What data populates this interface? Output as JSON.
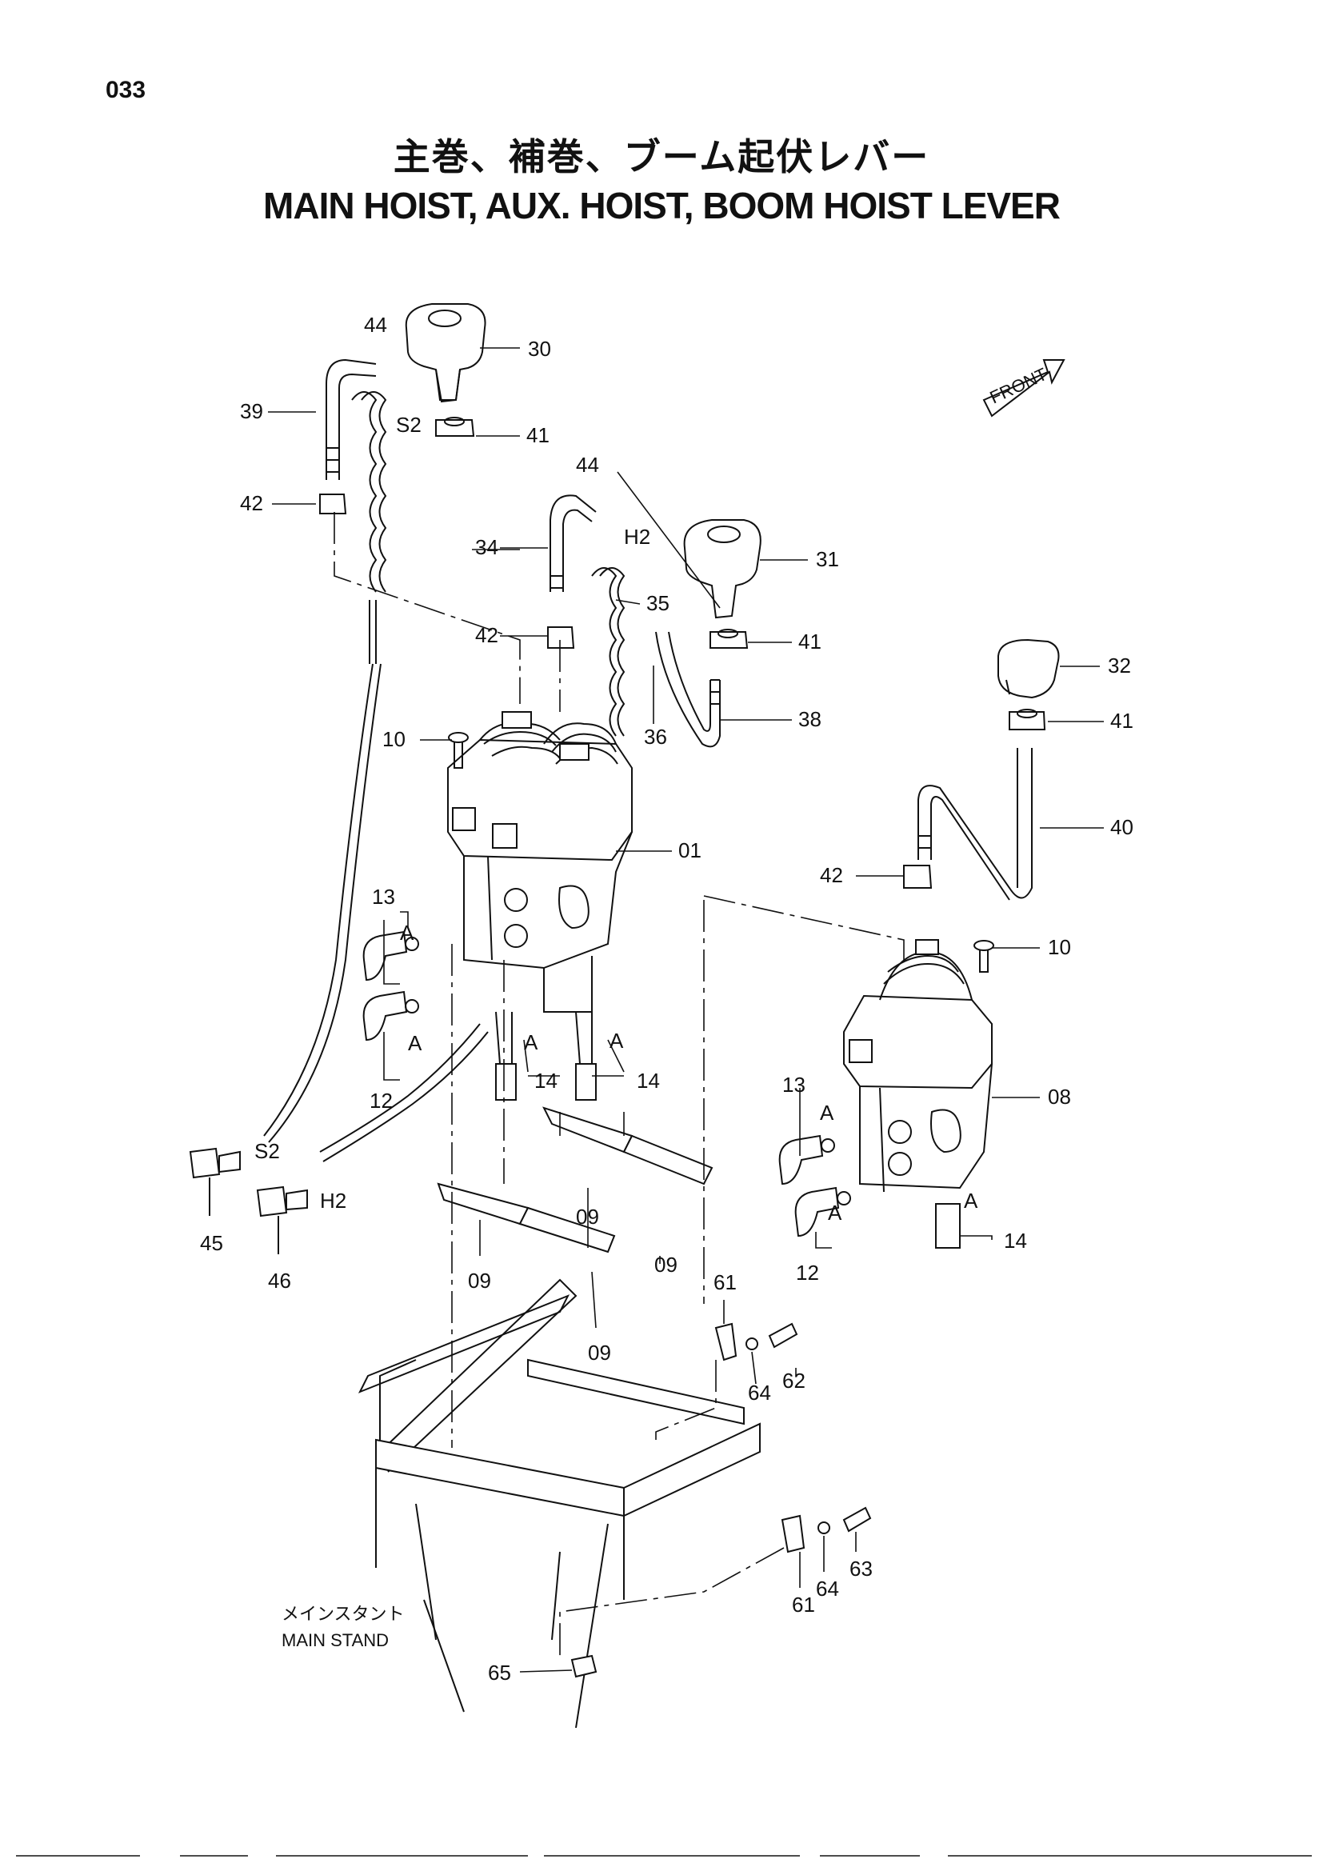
{
  "page_number": "033",
  "title_jp": "主巻、補巻、ブーム起伏レバー",
  "title_en": "MAIN HOIST, AUX. HOIST, BOOM HOIST LEVER",
  "front_indicator": "FRONT",
  "main_stand_jp": "メインスタント",
  "main_stand_en": "MAIN STAND",
  "connector_labels": {
    "s2": "S2",
    "h2": "H2"
  },
  "detail_marker": "A",
  "callouts": [
    "01",
    "08",
    "09",
    "10",
    "12",
    "13",
    "14",
    "30",
    "31",
    "32",
    "34",
    "35",
    "36",
    "38",
    "39",
    "40",
    "41",
    "42",
    "44",
    "45",
    "46",
    "61",
    "62",
    "63",
    "64",
    "65"
  ]
}
